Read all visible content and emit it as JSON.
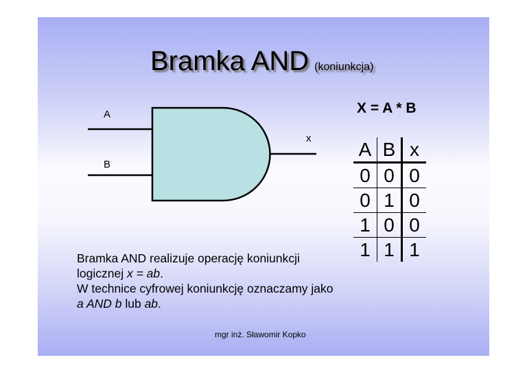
{
  "title": {
    "main": "Bramka AND",
    "sub": "(koniunkcja)"
  },
  "formula": "X = A * B",
  "gate": {
    "input_a": "A",
    "input_b": "B",
    "output": "x",
    "fill": "#b9e0e2"
  },
  "truth_table": {
    "headers": [
      "A",
      "B",
      "x"
    ],
    "rows": [
      [
        "0",
        "0",
        "0"
      ],
      [
        "0",
        "1",
        "0"
      ],
      [
        "1",
        "0",
        "0"
      ],
      [
        "1",
        "1",
        "1"
      ]
    ]
  },
  "paragraph": {
    "l1": "Bramka AND realizuje operację koniunkcji",
    "l2a": "logicznej ",
    "l2b": "x = ab",
    "l2c": ".",
    "l3": "W technice cyfrowej koniunkcję oznaczamy jako",
    "l4a": "a AND b",
    "l4b": " lub ",
    "l4c": "ab",
    "l4d": "."
  },
  "footer": "mgr inż. Sławomir Kopko"
}
